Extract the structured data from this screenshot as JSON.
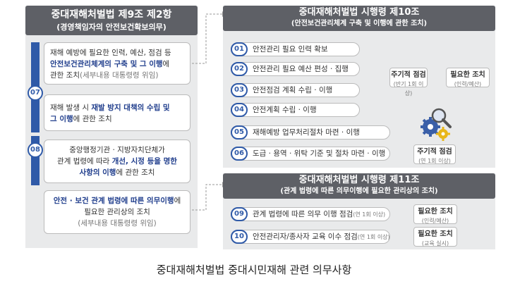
{
  "left": {
    "title": "중대재해처벌법 제9조 제2항",
    "subtitle": "(경영책임자의 안전보건확보의무)",
    "item07_label": "07",
    "item08_label": "08",
    "box1": {
      "line1": "재해 예방에 필요한 인력, 예산, 점검 등",
      "line2": "안전보건관리체계의 구축 및 그 이행",
      "line2b": "에",
      "line3a": "관한 조치",
      "line3b": "(세부내용 대통령령 위임)"
    },
    "box2": {
      "line1a": "재해 발생 시 ",
      "line1b": "재발 방지 대책의 수립 및",
      "line2a": "그 이행",
      "line2b": "에 관한 조치"
    },
    "box3": {
      "line1": "중앙행정기관 · 지방자치단체가",
      "line2a": "관계 법령에 따라 ",
      "line2b": "개선, 시정 등을 명한",
      "line3a": "사항의 이행",
      "line3b": "에 관한 조치"
    },
    "box4": {
      "line1a": "안전 · 보건 관계 법령에 따른 의무이행",
      "line1b": "에",
      "line2": "필요한 관리상의 조치",
      "line3": "(세부내용 대통령령 위임)"
    }
  },
  "right_top": {
    "title": "중대재해처벌법 시행령 제10조",
    "subtitle": "(안전보건관리체계 구축 및 이행에 관한 조치)",
    "items": [
      {
        "num": "01",
        "text": "안전관리 필요 인력 확보"
      },
      {
        "num": "02",
        "text": "안전관리 필요 예산 편성 · 집행"
      },
      {
        "num": "03",
        "text": "안전점검 계획 수립 · 이행"
      },
      {
        "num": "04",
        "text": "안전계획 수립 · 이행"
      },
      {
        "num": "05",
        "text": "재해예방 업무처리절차 마련 · 이행"
      },
      {
        "num": "06",
        "text": "도급 · 용역 · 위탁 기준 및 절차 마련 · 이행"
      }
    ],
    "box_check1": {
      "main": "주기적 점검",
      "sub": "(반기 1회 이상)"
    },
    "box_action1": {
      "main": "필요한 조치",
      "sub": "(인력/예산)"
    },
    "box_check2": {
      "main": "주기적 점검",
      "sub": "(연 1회 이상)"
    }
  },
  "right_bottom": {
    "title": "중대재해처벌법 시행령 제11조",
    "subtitle": "(관계 법령에 따른 의무이행에 필요한 관리상의 조치)",
    "items": [
      {
        "num": "09",
        "text": "관계 법령에 따른 의무 이행 점검",
        "sub": "(연 1회 이상)"
      },
      {
        "num": "10",
        "text": "안전관리자/종사자 교육 이수 점검",
        "sub": "(연 1회 이상)"
      }
    ],
    "box_action2": {
      "main": "필요한 조치",
      "sub": "(인력/예산)"
    },
    "box_action3": {
      "main": "필요한 조치",
      "sub": "(교육 실시)"
    }
  },
  "caption": "중대재해처벌법 중대시민재해 관련 의무사항",
  "colors": {
    "header": "#5e6066",
    "accent": "#2f5aa8",
    "panel": "#e9eaeb"
  }
}
